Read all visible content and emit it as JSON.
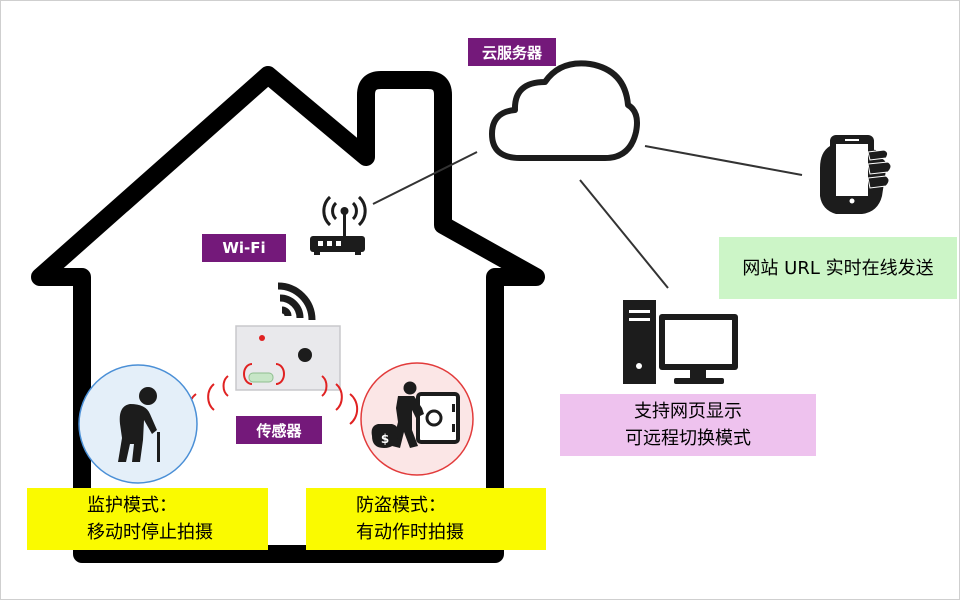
{
  "labels": {
    "cloud": "云服务器",
    "wifi": "Wi-Fi",
    "sensor": "传感器",
    "phone_box": "网站 URL 实时在线发送",
    "pc_box": [
      "支持网页显示",
      "可远程切换模式"
    ],
    "care_box": [
      "监护模式：",
      "移动时停止拍摄"
    ],
    "theft_box": [
      "防盗模式：",
      "有动作时拍摄"
    ]
  },
  "icons": {
    "house": "house-outline-icon",
    "cloud": "cloud-icon",
    "router": "wifi-router-icon",
    "sensor": "sensor-device-icon",
    "signal": "wifi-signal-icon",
    "phone": "hand-holding-phone-icon",
    "pc": "desktop-computer-icon",
    "elder": "elderly-person-cane-icon",
    "thief": "thief-with-safe-icon"
  },
  "colors": {
    "tag_purple": "#74197a",
    "phone_box_bg": "#ccf5c7",
    "pc_box_bg": "#eec2ee",
    "mode_box_bg": "#fafa00",
    "elder_circle_fill": "#e4eff9",
    "elder_circle_stroke": "#4a8fd6",
    "thief_circle_fill": "#fbe6e6",
    "thief_circle_stroke": "#e23b3b",
    "wave_red": "#e02222"
  }
}
